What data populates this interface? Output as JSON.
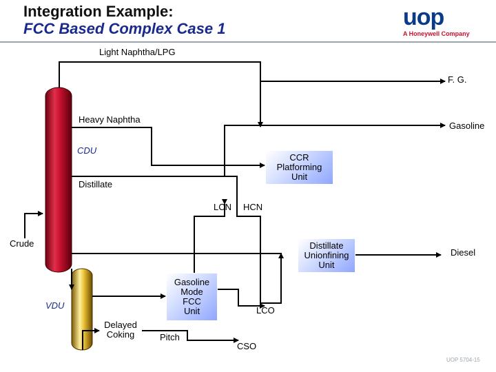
{
  "header": {
    "title_line1": "Integration Example:",
    "title_line2": "FCC Based Complex Case 1"
  },
  "logo": {
    "word": "uop",
    "tagline": "A Honeywell Company"
  },
  "streams": {
    "light_naphtha_lpg": "Light Naphtha/LPG",
    "fg": "F. G.",
    "heavy_naphtha": "Heavy Naphtha",
    "gasoline": "Gasoline",
    "distillate": "Distillate",
    "lcn": "LCN",
    "hcn": "HCN",
    "crude": "Crude",
    "diesel": "Diesel",
    "lco": "LCO",
    "pitch": "Pitch",
    "cso": "CSO"
  },
  "columns": {
    "cdu": "CDU",
    "vdu": "VDU"
  },
  "units": {
    "ccr": "CCR\nPlatforming\nUnit",
    "duf": "Distillate\nUnionfining\nUnit",
    "fcc": "Gasoline\nMode\nFCC\nUnit",
    "coking": "Delayed\nCoking"
  },
  "colors": {
    "cdu_column": "#c8102e",
    "vdu_column": "#e8c030",
    "unit_fill": "#8fa6ff",
    "title_blue": "#1a2a8c"
  },
  "footer": {
    "ref": "UOP 5704-15"
  }
}
